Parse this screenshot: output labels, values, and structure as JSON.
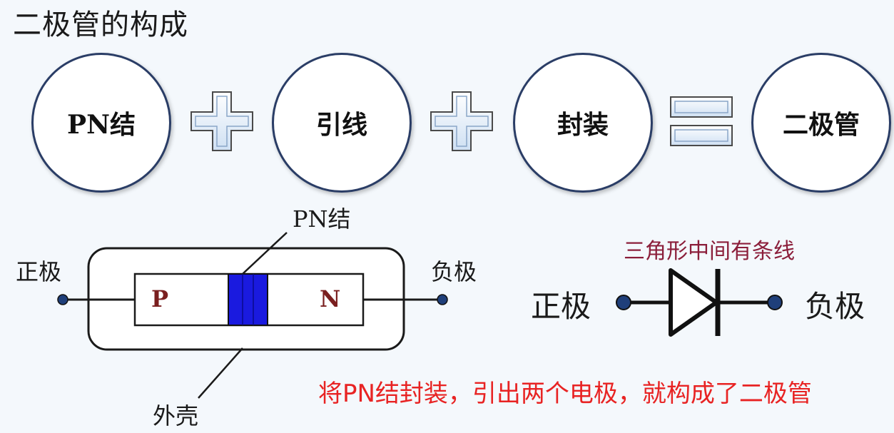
{
  "title": "二极管的构成",
  "formula": {
    "terms": [
      "PN结",
      "引线",
      "封装",
      "二极管"
    ],
    "operators": [
      "plus",
      "plus",
      "equals"
    ]
  },
  "structure": {
    "pn_junction_label": "PN结",
    "anode_label": "正极",
    "cathode_label": "负极",
    "p_label": "P",
    "n_label": "N",
    "shell_label": "外壳"
  },
  "symbol": {
    "note": "三角形中间有条线",
    "anode_label": "正极",
    "cathode_label": "负极"
  },
  "caption": "将PN结封装，引出两个电极，就构成了二极管",
  "colors": {
    "junction": "#1a1adf",
    "circle_border": "#2a3d66",
    "caption": "#e82323",
    "note": "#8b1e3a",
    "p_n_text": "#7a1f1f"
  }
}
